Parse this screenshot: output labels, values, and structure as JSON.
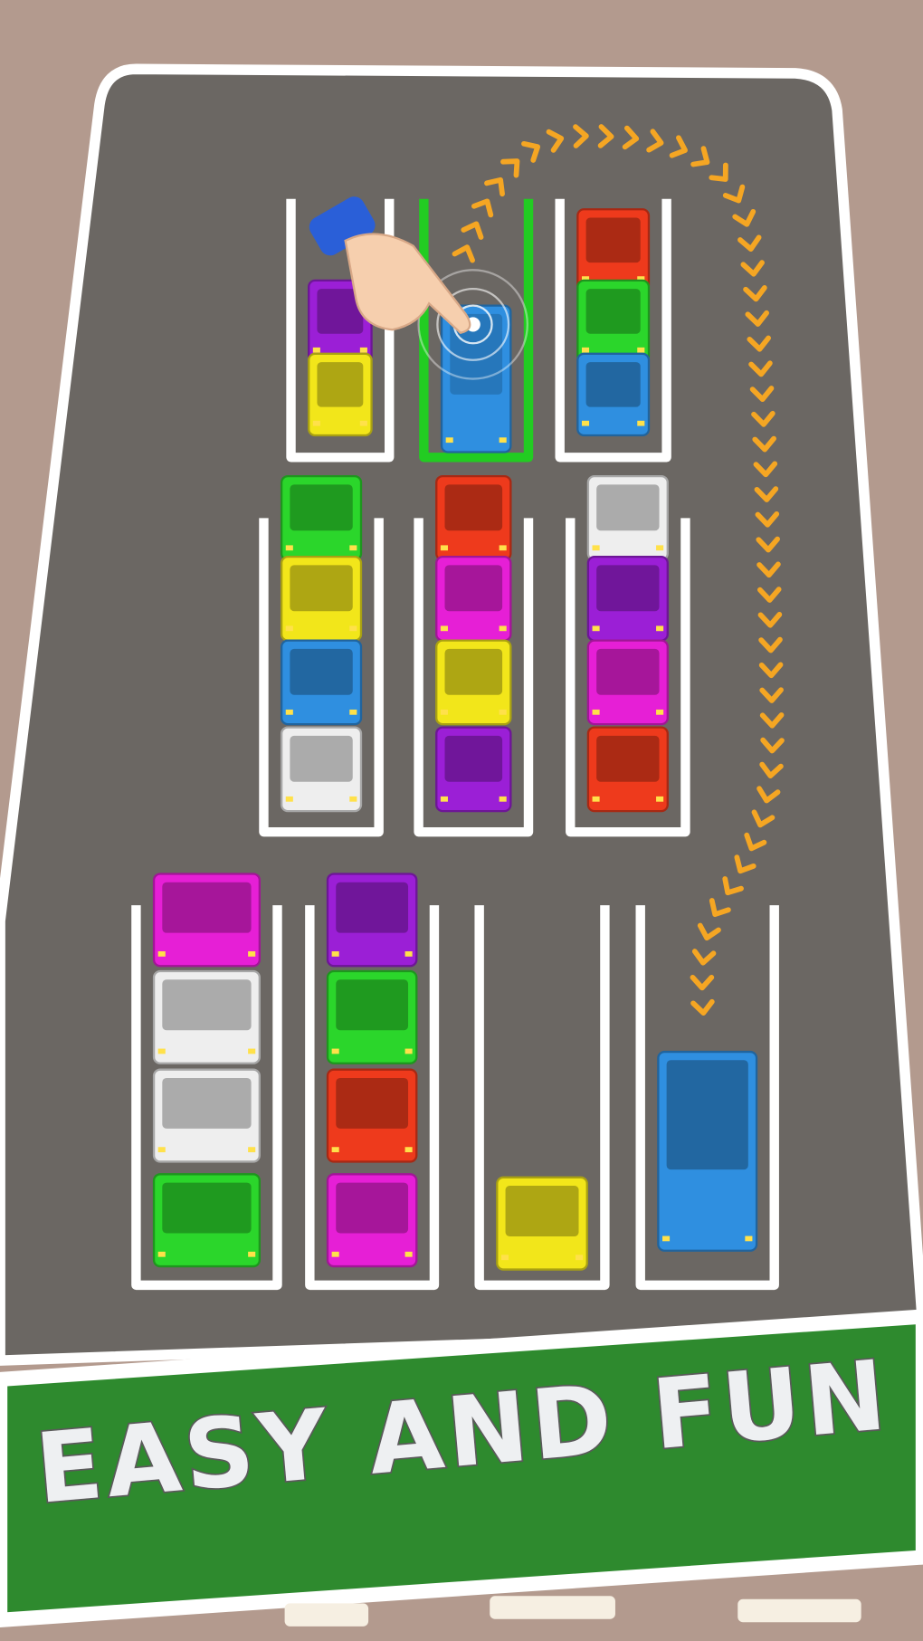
{
  "colors": {
    "background": "#b39a8e",
    "board": "#6b6763",
    "board_border": "#ffffff",
    "banner": "#2e8a2e",
    "arrow": "#f5a623",
    "selected_slot": "#22cc22",
    "car": {
      "purple": "#9b1fd6",
      "yellow": "#f2e61a",
      "blue": "#2f8fe0",
      "red": "#ee3a1c",
      "green": "#2bd62b",
      "magenta": "#e61fd6",
      "white": "#eeeeee"
    }
  },
  "banner": {
    "text": "EASY AND FUN"
  },
  "parking": {
    "rows": [
      {
        "slots": [
          {
            "cars": [
              "purple",
              "yellow"
            ],
            "selected": false
          },
          {
            "cars": [
              "blue"
            ],
            "selected": true
          },
          {
            "cars": [
              "red",
              "green",
              "blue"
            ],
            "selected": false
          }
        ]
      },
      {
        "slots": [
          {
            "cars": [
              "green",
              "yellow",
              "blue",
              "white"
            ],
            "selected": false
          },
          {
            "cars": [
              "red",
              "magenta",
              "yellow",
              "purple"
            ],
            "selected": false
          },
          {
            "cars": [
              "white",
              "purple",
              "magenta",
              "red"
            ],
            "selected": false
          }
        ]
      },
      {
        "slots": [
          {
            "cars": [
              "magenta",
              "white",
              "white",
              "green"
            ],
            "selected": false
          },
          {
            "cars": [
              "purple",
              "green",
              "red",
              "magenta"
            ],
            "selected": false
          },
          {
            "cars": [
              "yellow"
            ],
            "selected": false
          },
          {
            "cars": [
              "blue-bus"
            ],
            "selected": false
          }
        ]
      }
    ]
  },
  "tutorial": {
    "hand_icon": "pointing-hand-icon",
    "tap_icon": "tap-ripple-icon",
    "path_icon": "chevron-arrow-path"
  }
}
